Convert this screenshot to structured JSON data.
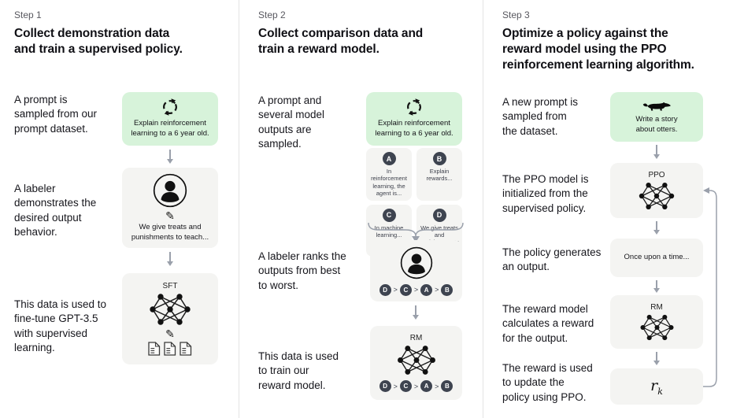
{
  "colors": {
    "prompt_box_bg": "#d7f3da",
    "model_box_bg": "#f4f4f2",
    "badge_bg": "#3e4450",
    "arrow_gray": "#9aa0ab",
    "divider": "#e4e4e4"
  },
  "step1": {
    "label": "Step 1",
    "heading": "Collect demonstration data\nand train a supervised policy.",
    "captions": [
      "A prompt is\nsampled from our\nprompt dataset.",
      "A labeler\ndemonstrates the\ndesired output\nbehavior.",
      "This data is used to\nfine-tune GPT-3.5\nwith supervised\nlearning."
    ],
    "prompt_text": "Explain reinforcement\nlearning to a 6 year old.",
    "labeler_text": "We give treats and\npunishments to teach...",
    "pencil_glyph": "✎",
    "sft_label": "SFT"
  },
  "step2": {
    "label": "Step 2",
    "heading": "Collect comparison data and\ntrain a reward model.",
    "captions": [
      "A prompt and\nseveral model\noutputs are\nsampled.",
      "A labeler ranks the\noutputs from best\nto worst.",
      "This data is used\nto train our\nreward model."
    ],
    "prompt_text": "Explain reinforcement\nlearning to a 6 year old.",
    "outputs": [
      {
        "id": "A",
        "text": "In reinforcement\nlearning, the\nagent is..."
      },
      {
        "id": "B",
        "text": "Explain rewards..."
      },
      {
        "id": "C",
        "text": "In machine\nlearning..."
      },
      {
        "id": "D",
        "text": "We give treats and\npunishments to\nteach..."
      }
    ],
    "ranking": [
      "D",
      "C",
      "A",
      "B"
    ],
    "ranking_separator": ">",
    "rm_label": "RM"
  },
  "step3": {
    "label": "Step 3",
    "heading": "Optimize a policy against the\nreward model using the PPO\nreinforcement learning algorithm.",
    "captions": [
      "A new prompt is\nsampled from\nthe dataset.",
      "The PPO model is\ninitialized from the\nsupervised policy.",
      "The policy generates\nan output.",
      "The reward model\ncalculates a reward\nfor the output.",
      "The reward is used\nto update the\npolicy using PPO."
    ],
    "prompt_text": "Write a story\nabout otters.",
    "ppo_label": "PPO",
    "output_text": "Once upon a time...",
    "rm_label": "RM",
    "reward_label": "r",
    "reward_sub": "k"
  }
}
